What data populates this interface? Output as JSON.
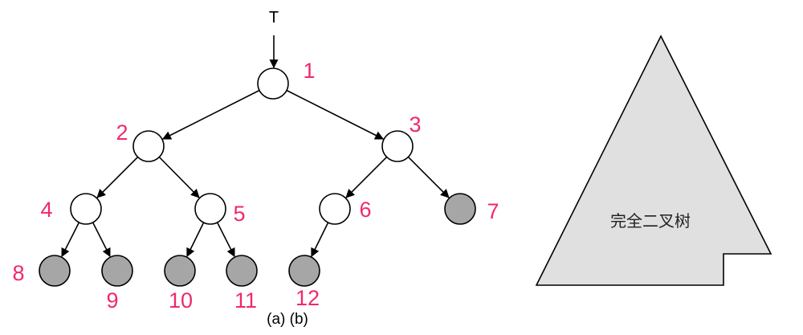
{
  "root_label": "T",
  "caption": "(a) (b)",
  "shape_label": "完全二叉树",
  "colors": {
    "empty_node": "#ffffff",
    "filled_node": "#a6a6a6",
    "shape_fill": "#e0e0e0",
    "number": "#f0286e",
    "stroke": "#000000"
  },
  "tree": {
    "nodes": [
      {
        "id": 1,
        "label": "1",
        "filled": false
      },
      {
        "id": 2,
        "label": "2",
        "filled": false
      },
      {
        "id": 3,
        "label": "3",
        "filled": false
      },
      {
        "id": 4,
        "label": "4",
        "filled": false
      },
      {
        "id": 5,
        "label": "5",
        "filled": false
      },
      {
        "id": 6,
        "label": "6",
        "filled": false
      },
      {
        "id": 7,
        "label": "7",
        "filled": true
      },
      {
        "id": 8,
        "label": "8",
        "filled": true
      },
      {
        "id": 9,
        "label": "9",
        "filled": true
      },
      {
        "id": 10,
        "label": "10",
        "filled": true
      },
      {
        "id": 11,
        "label": "11",
        "filled": true
      },
      {
        "id": 12,
        "label": "12",
        "filled": true
      }
    ],
    "edges": [
      [
        1,
        2
      ],
      [
        1,
        3
      ],
      [
        2,
        4
      ],
      [
        2,
        5
      ],
      [
        3,
        6
      ],
      [
        3,
        7
      ],
      [
        4,
        8
      ],
      [
        4,
        9
      ],
      [
        5,
        10
      ],
      [
        5,
        11
      ],
      [
        6,
        12
      ]
    ]
  }
}
